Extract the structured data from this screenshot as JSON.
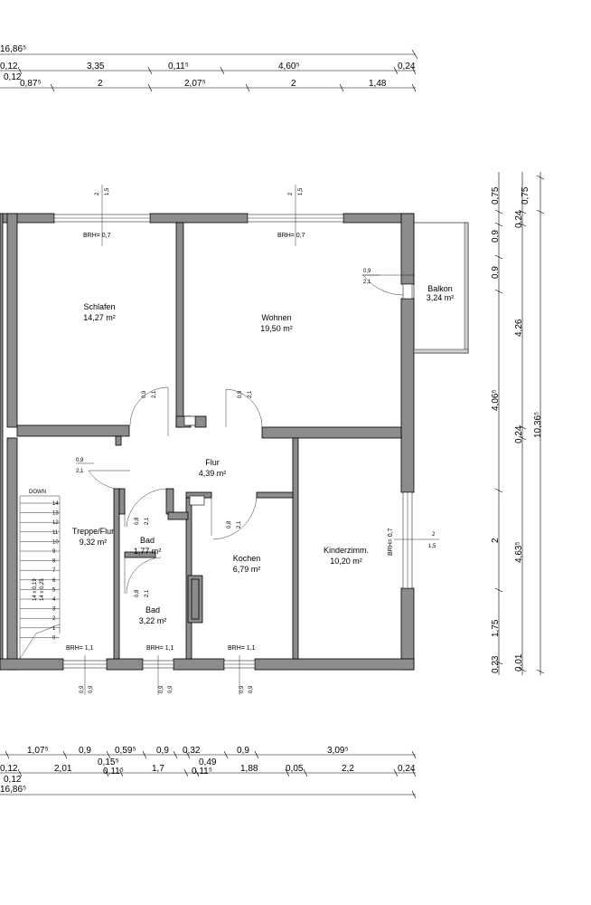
{
  "dims_top": {
    "overall": "16,86⁵",
    "row1": [
      "0,12",
      "3,35",
      "0,11⁵",
      "4,60⁵",
      "0,24"
    ],
    "row1b": "0,12",
    "row2": [
      "0,87⁵",
      "2",
      "2,07⁵",
      "2",
      "1,48"
    ]
  },
  "dims_bottom": {
    "row1": [
      "1,07⁵",
      "0,9",
      "0,59⁵",
      "0,9",
      "0,32",
      "0,9",
      "3,09⁵"
    ],
    "row1b": [
      "0,15⁵",
      "0,49"
    ],
    "row2": [
      "0,12",
      "2,01",
      "0,11⁵",
      "1,7",
      "0,11⁵",
      "1,88",
      "0,05",
      "2,2",
      "0,24"
    ],
    "row2b": "0,12",
    "overall": "16,86⁵"
  },
  "dims_right_inner": [
    "0,75",
    "0,9",
    "0,9",
    "4,06⁵",
    "2",
    "1,75",
    "0,23"
  ],
  "dims_right_mid": [
    "0,24",
    "4,26",
    "0,24",
    "4,63⁵",
    "0,01"
  ],
  "dims_right_outer": [
    "0,75",
    "10,36⁵"
  ],
  "rooms": {
    "schlafen": {
      "name": "Schlafen",
      "area": "14,27 m²"
    },
    "wohnen": {
      "name": "Wohnen",
      "area": "19,50 m²"
    },
    "balkon": {
      "name": "Balkon",
      "area": "3,24 m²"
    },
    "flur": {
      "name": "Flur",
      "area": "4,39 m²"
    },
    "treppe": {
      "name": "Treppe/Flur",
      "area": "9,32 m²"
    },
    "bad1": {
      "name": "Bad",
      "area": "1,77 m²"
    },
    "bad2": {
      "name": "Bad",
      "area": "3,22 m²"
    },
    "kochen": {
      "name": "Kochen",
      "area": "6,79 m²"
    },
    "kinder": {
      "name": "Kinderzimm.",
      "area": "10,20 m²"
    }
  },
  "brh": {
    "schlafen": "BRH= 0,7",
    "wohnen": "BRH= 0,7",
    "kinder": "BRH= 0,7",
    "treppe": "BRH= 1,1",
    "bad": "BRH= 1,1",
    "kochen": "BRH= 1,1"
  },
  "window_labels": {
    "w_a": "2",
    "w_b": "1,5",
    "k_a": "2",
    "k_b": "1,5"
  },
  "door_labels": {
    "d1_a": "0,9",
    "d1_b": "2,1",
    "d2_a": "0,8",
    "d2_b": "2,1"
  },
  "bottom_window": {
    "a": "0,9",
    "b": "0,9"
  },
  "stair": {
    "down": "DOWN",
    "steps": [
      "14",
      "13",
      "12",
      "11",
      "10",
      "9",
      "8",
      "7",
      "6",
      "5",
      "4",
      "3",
      "2",
      "1",
      "0"
    ],
    "formula1": "14 x 0,19",
    "formula2": "14 x 0,25"
  }
}
